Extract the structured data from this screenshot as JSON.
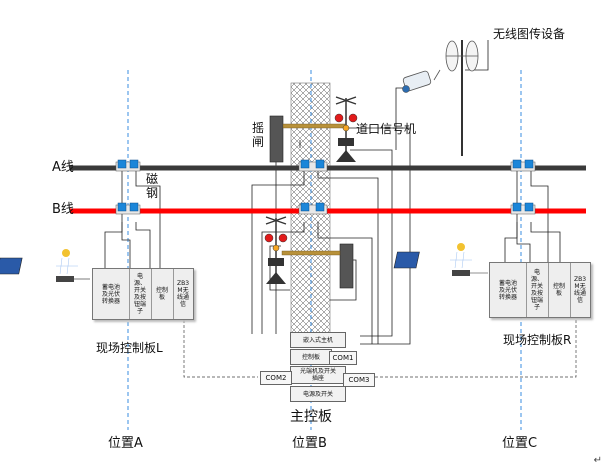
{
  "wireless_device": "无线图传设备",
  "crossing_signal": "道口信号机",
  "barrier_label": "摇\n闸",
  "magnet_label": "磁\n钢",
  "line_a": "A线",
  "line_b": "B线",
  "controller_l": {
    "name": "现场控制板L",
    "cells": [
      "蓄电池\n及光伏\n转换器",
      "电\n源、\n开关\n及按\n钮端\n子",
      "控制\n板",
      "ZB3\nM无\n线通\n信"
    ]
  },
  "controller_r": {
    "name": "现场控制板R",
    "cells": [
      "蓄电池\n及光伏\n转换器",
      "电\n源、\n开关\n及按\n钮端\n子",
      "控制\n板",
      "ZB3\nM无\n线通\n信"
    ]
  },
  "main_board": {
    "name": "主控板",
    "modules": [
      "嵌入式主机",
      "控制板",
      "光端机及开关\n插座",
      "电源及开关"
    ],
    "ports": [
      "COM1",
      "COM2",
      "COM3"
    ]
  },
  "positions": [
    "位置A",
    "位置B",
    "位置C"
  ],
  "return_mark": "↵",
  "colors": {
    "line_a": "#3a3a3a",
    "line_b": "#ff0000",
    "position_dash": "#3a8ee0",
    "sensor": "#1b86d9",
    "barrier_arm": "#b8913a"
  }
}
